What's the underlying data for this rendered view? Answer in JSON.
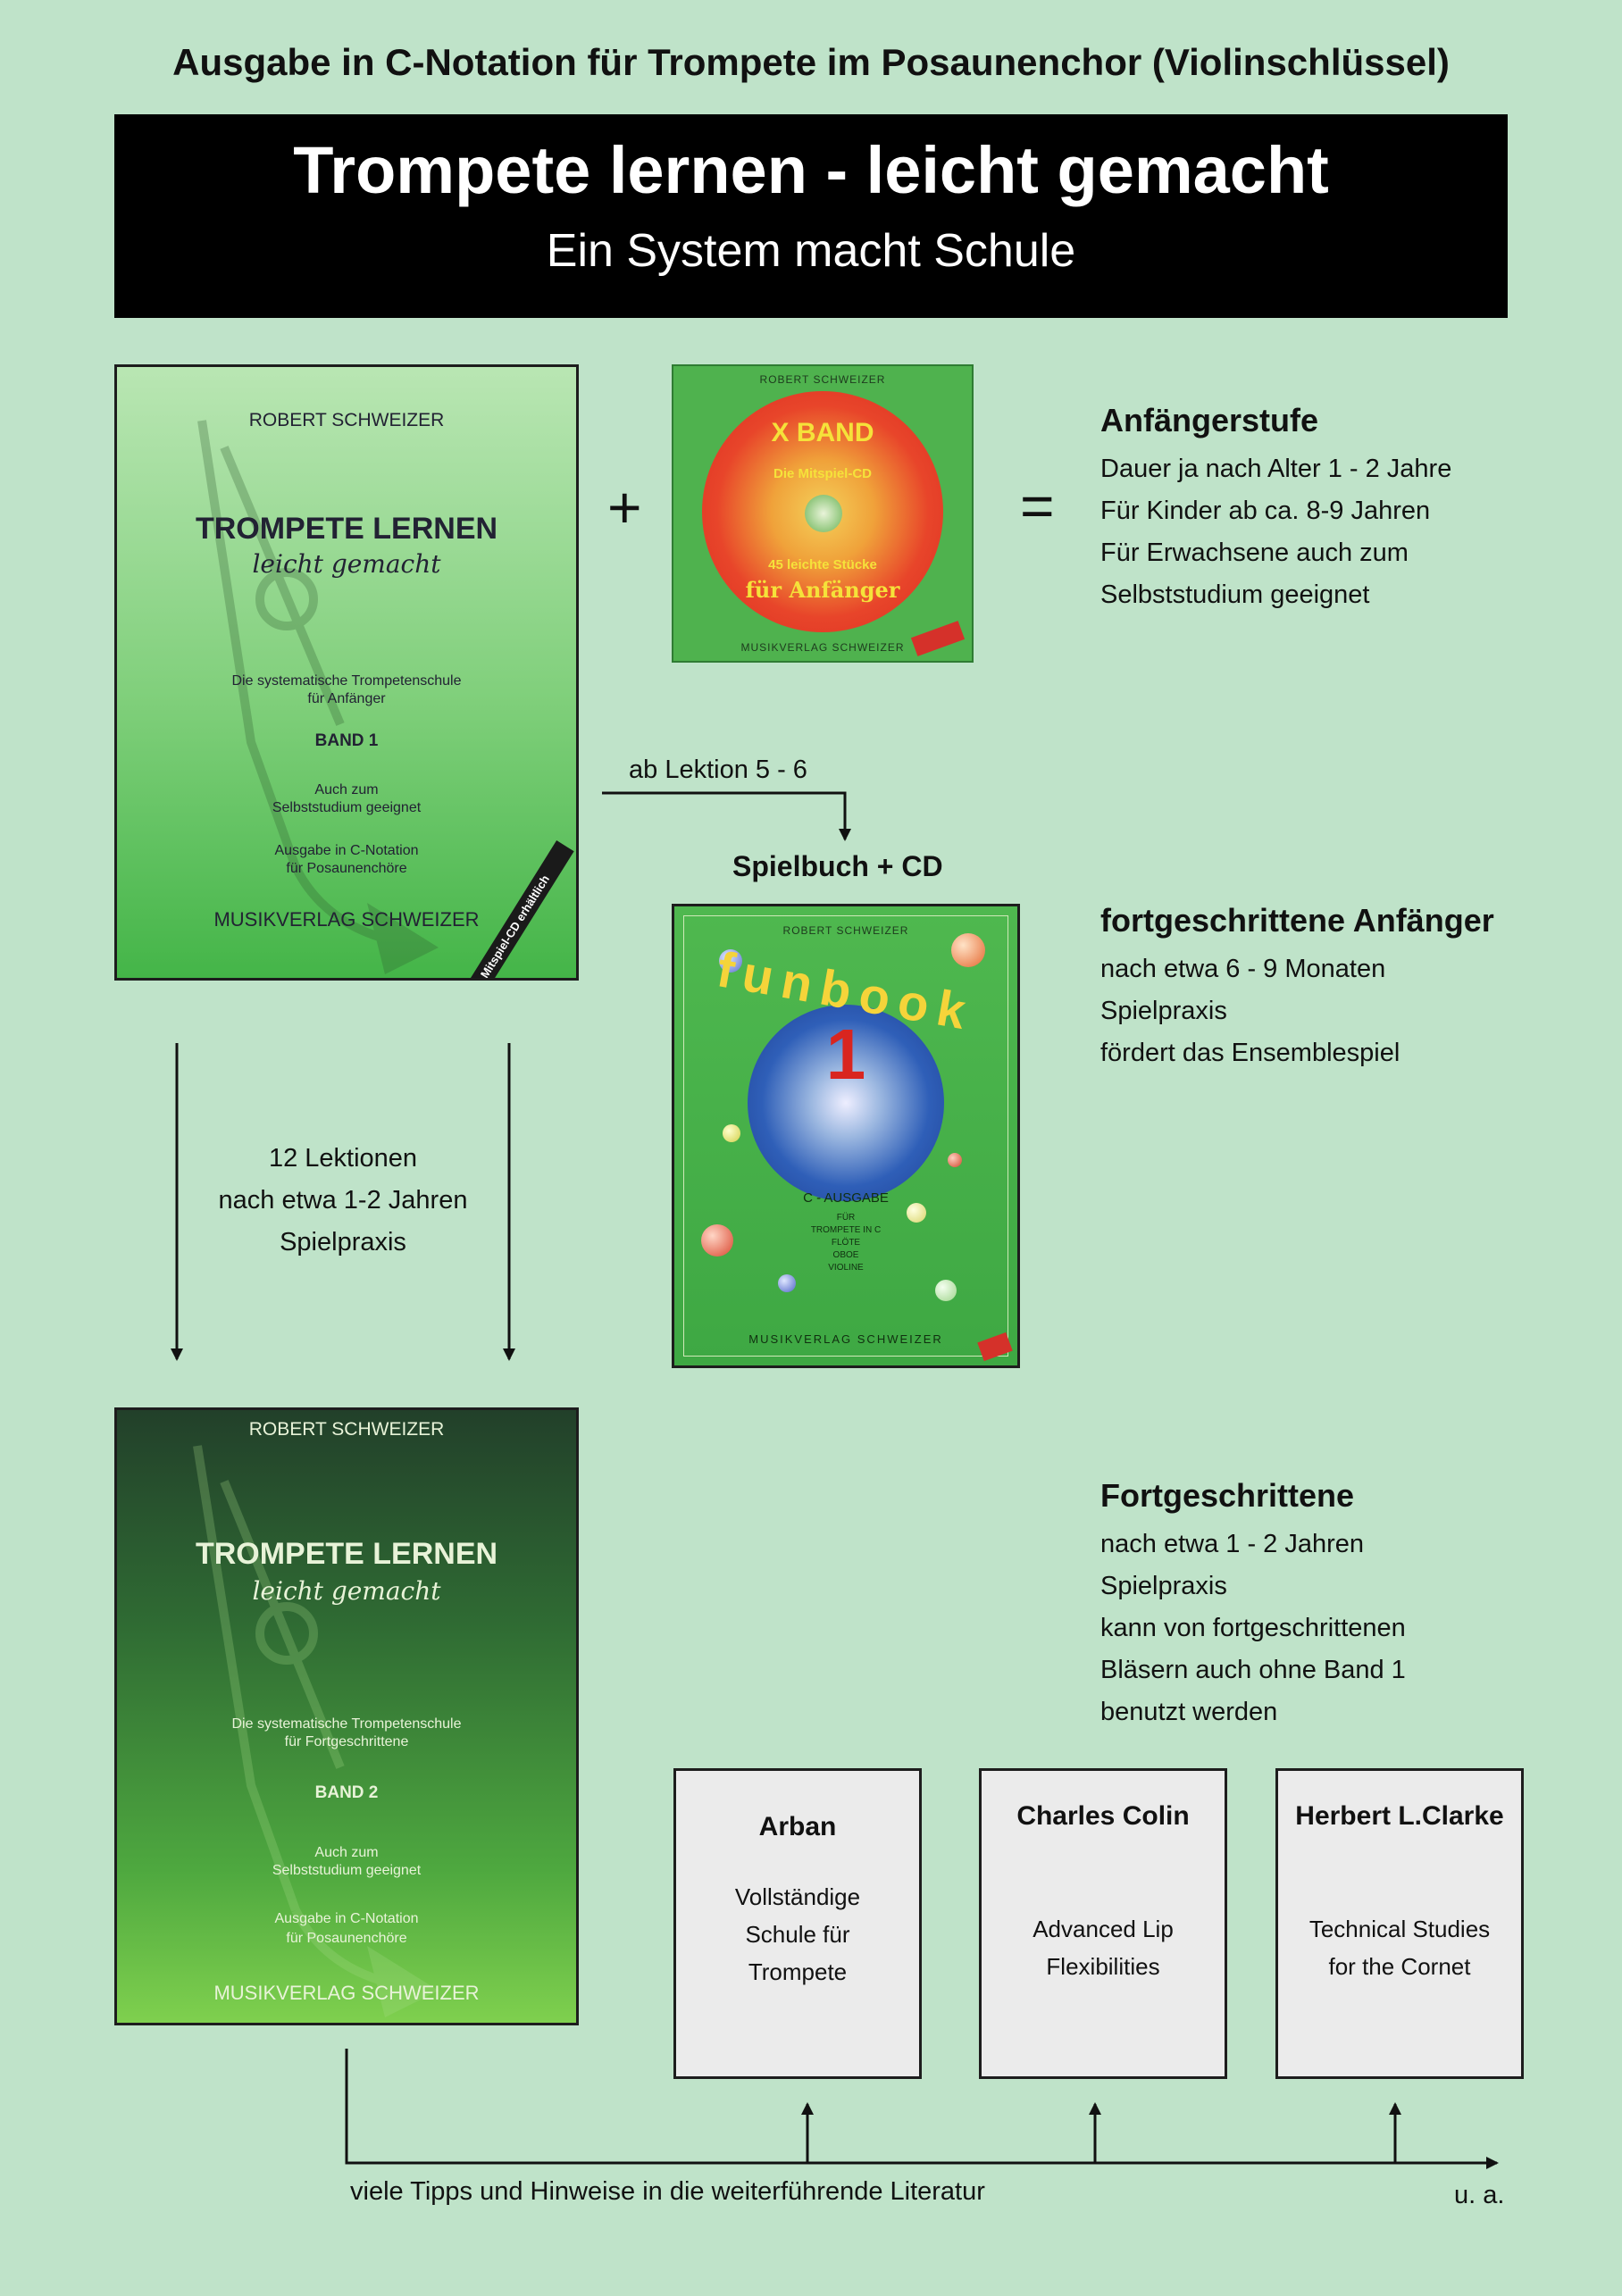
{
  "header": {
    "caption": "Ausgabe in C-Notation für Trompete im Posaunenchor (Violinschlüssel)",
    "title": "Trompete lernen - leicht gemacht",
    "subtitle": "Ein System macht Schule"
  },
  "book1": {
    "author": "ROBERT SCHWEIZER",
    "title": "TROMPETE LERNEN",
    "script": "leicht gemacht",
    "desc1": "Die systematische Trompetenschule",
    "desc2": "für Anfänger",
    "band": "BAND 1",
    "self1": "Auch zum",
    "self2": "Selbststudium geeignet",
    "ed1": "Ausgabe in C-Notation",
    "ed2": "für Posaunenchöre",
    "publisher": "MUSIKVERLAG SCHWEIZER",
    "ribbon": "Mitspiel-CD erhältlich"
  },
  "cd": {
    "author": "ROBERT SCHWEIZER",
    "band": "X BAND",
    "mitspiel": "Die Mitspiel-CD",
    "stuecke": "45 leichte Stücke",
    "anfaenger": "für Anfänger",
    "publisher": "MUSIKVERLAG SCHWEIZER"
  },
  "ops": {
    "plus": "+",
    "equals": "="
  },
  "stage1": {
    "heading": "Anfängerstufe",
    "lines": [
      "Dauer ja nach Alter 1 - 2 Jahre",
      "Für Kinder ab ca. 8-9 Jahren",
      "Für Erwachsene auch zum",
      "Selbststudium geeignet"
    ]
  },
  "branch": {
    "label": "ab Lektion 5 - 6",
    "target": "Spielbuch + CD"
  },
  "funbook": {
    "author": "ROBERT SCHWEIZER",
    "word": "funbook",
    "number": "1",
    "edition": "C - AUSGABE",
    "list": [
      "FÜR",
      "TROMPETE IN C",
      "FLÖTE",
      "OBOE",
      "VIOLINE"
    ],
    "publisher": "MUSIKVERLAG SCHWEIZER"
  },
  "stage2": {
    "heading": "fortgeschrittene Anfänger",
    "lines": [
      "nach etwa 6 - 9 Monaten",
      "Spielpraxis",
      "fördert das Ensemblespiel"
    ]
  },
  "lessons": {
    "lines": [
      "12  Lektionen",
      "nach etwa 1-2 Jahren",
      "Spielpraxis"
    ]
  },
  "book2": {
    "author": "ROBERT SCHWEIZER",
    "title": "TROMPETE LERNEN",
    "script": "leicht gemacht",
    "desc1": "Die systematische Trompetenschule",
    "desc2": "für Fortgeschrittene",
    "band": "BAND 2",
    "self1": "Auch zum",
    "self2": "Selbststudium geeignet",
    "ed1": "Ausgabe in C-Notation",
    "ed2": "für Posaunenchöre",
    "publisher": "MUSIKVERLAG SCHWEIZER"
  },
  "stage3": {
    "heading": "Fortgeschrittene",
    "lines": [
      "nach etwa 1 - 2 Jahren",
      "Spielpraxis",
      "kann von fortgeschrittenen",
      "Bläsern auch ohne Band 1",
      "benutzt werden"
    ]
  },
  "literature": [
    {
      "name": "Arban",
      "lines": [
        "Vollständige",
        "Schule für",
        "Trompete"
      ]
    },
    {
      "name": "Charles Colin",
      "lines": [
        "Advanced Lip",
        "Flexibilities"
      ]
    },
    {
      "name": "Herbert L.Clarke",
      "lines": [
        "Technical Studies",
        "for the Cornet"
      ]
    }
  ],
  "footer": {
    "note": "viele Tipps und Hinweise in die weiterführende Literatur",
    "ua": "u. a."
  }
}
